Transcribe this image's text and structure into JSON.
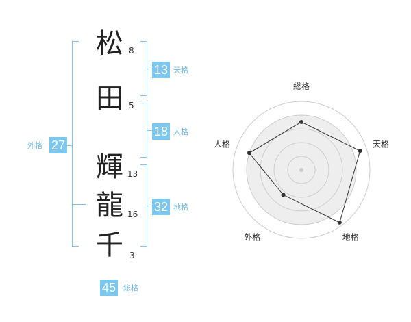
{
  "name": {
    "chars": [
      {
        "char": "松",
        "strokes": "8"
      },
      {
        "char": "田",
        "strokes": "5"
      },
      {
        "char": "輝",
        "strokes": "13"
      },
      {
        "char": "龍",
        "strokes": "16"
      },
      {
        "char": "千",
        "strokes": "3"
      }
    ]
  },
  "fortunes": {
    "tenkaku": {
      "value": "13",
      "label": "天格"
    },
    "jinkaku": {
      "value": "18",
      "label": "人格"
    },
    "chikaku": {
      "value": "32",
      "label": "地格"
    },
    "gaikaku": {
      "value": "27",
      "label": "外格"
    },
    "soukaku": {
      "value": "45",
      "label": "総格"
    }
  },
  "colors": {
    "accent": "#7cc7ee",
    "radar_fill": "#eeeeee",
    "radar_ring": "#cccccc"
  },
  "chart_data": {
    "type": "radar",
    "axes": [
      "総格",
      "天格",
      "地格",
      "外格",
      "人格"
    ],
    "values": [
      0.7,
      0.9,
      0.95,
      0.45,
      0.8
    ],
    "rings": 4
  }
}
